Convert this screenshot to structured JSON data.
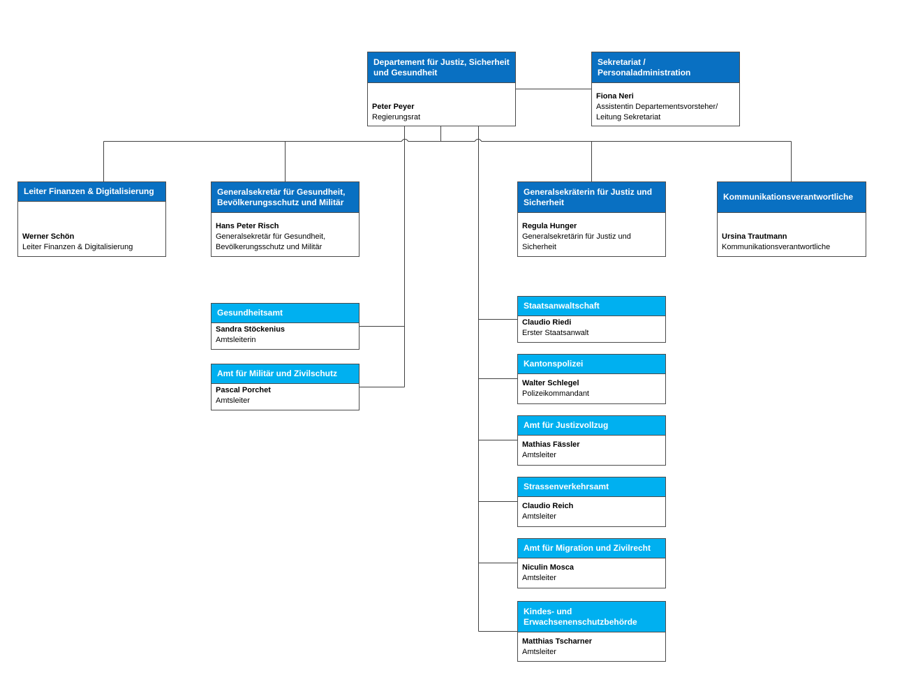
{
  "colors": {
    "header_dark": "#0970c2",
    "header_light": "#00b0f0",
    "border": "#4a4a4a",
    "line": "#404040"
  },
  "units": {
    "dept": {
      "title": "Departement für Justiz, Sicherheit und Gesundheit",
      "name": "Peter Peyer",
      "role": "Regierungsrat"
    },
    "sekretariat": {
      "title": "Sekretariat / Personaladministration",
      "name": "Fiona Neri",
      "role": "Assistentin Departementsvorsteher/ Leitung Sekretariat"
    },
    "finanzen": {
      "title": "Leiter Finanzen & Digitalisierung",
      "name": "Werner Schön",
      "role": "Leiter Finanzen & Digitalisierung"
    },
    "gs_gesundheit": {
      "title": "Generalsekretär für Gesundheit, Bevölkerungsschutz und Militär",
      "name": "Hans Peter Risch",
      "role": "Generalsekretär für Gesundheit, Bevölkerungsschutz und Militär"
    },
    "gs_justiz": {
      "title": "Generalsekräterin für Justiz und Sicherheit",
      "name": "Regula Hunger",
      "role": "Generalsekretärin für Justiz und Sicherheit"
    },
    "kommunikation": {
      "title": "Kommunikationsverantwortliche",
      "name": "Ursina Trautmann",
      "role": "Kommunikationsverantwortliche"
    },
    "gesundheitsamt": {
      "title": "Gesundheitsamt",
      "name": "Sandra Stöckenius",
      "role": "Amtsleiterin"
    },
    "militaer": {
      "title": "Amt für Militär und Zivilschutz",
      "name": "Pascal Porchet",
      "role": "Amtsleiter"
    },
    "staatsanwaltschaft": {
      "title": "Staatsanwaltschaft",
      "name": "Claudio Riedi",
      "role": "Erster Staatsanwalt"
    },
    "kantonspolizei": {
      "title": "Kantonspolizei",
      "name": "Walter Schlegel",
      "role": "Polizeikommandant"
    },
    "justizvollzug": {
      "title": "Amt für Justizvollzug",
      "name": "Mathias Fässler",
      "role": "Amtsleiter"
    },
    "strassenverkehr": {
      "title": "Strassenverkehrsamt",
      "name": "Claudio Reich",
      "role": "Amtsleiter"
    },
    "migration": {
      "title": "Amt für Migration und Zivilrecht",
      "name": "Niculin Mosca",
      "role": "Amtsleiter"
    },
    "kesb": {
      "title": "Kindes- und Erwachsenenschutzbehörde",
      "name": "Matthias Tscharner",
      "role": "Amtsleiter"
    }
  }
}
